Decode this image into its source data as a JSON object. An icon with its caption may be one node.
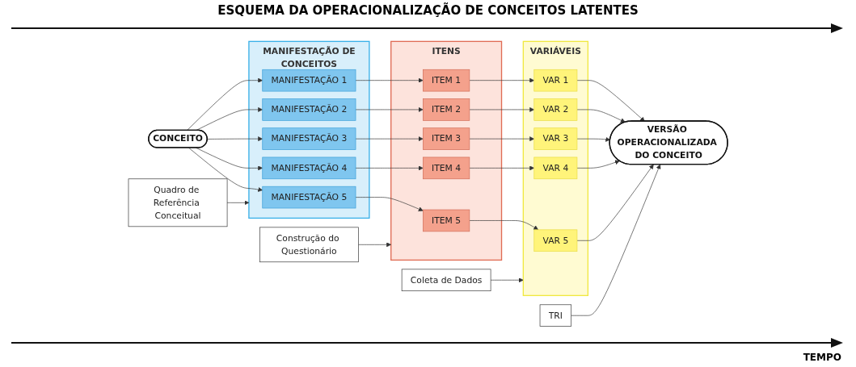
{
  "diagram": {
    "title": "ESQUEMA DA OPERACIONALIZAÇÃO DE CONCEITOS LATENTES",
    "nodes": [
      {
        "text": [
          "CONCEITO"
        ]
      },
      {
        "text": [
          "MANIFESTAÇÃO DE CONCEITOS"
        ]
      },
      {
        "text": [
          "MANIFESTAÇÃO 1"
        ],
        "in": 1
      },
      {
        "text": [
          "MANIFESTAÇÃO 2"
        ],
        "in": 1
      },
      {
        "text": [
          "MANIFESTAÇÃO 3"
        ],
        "in": 1
      },
      {
        "text": [
          "MANIFESTAÇÃO 4"
        ],
        "in": 1
      },
      {
        "text": [
          "MANIFESTAÇÃO 5"
        ],
        "in": 1
      },
      {
        "text": [
          "ITENS"
        ]
      },
      {
        "text": [
          "ITEM 1"
        ],
        "in": 7
      },
      {
        "text": [
          "ITEM 2"
        ],
        "in": 7
      },
      {
        "text": [
          "ITEM 3"
        ],
        "in": 7
      },
      {
        "text": [
          "ITEM 4"
        ],
        "in": 7
      },
      {
        "text": [
          "ITEM 5"
        ],
        "in": 7
      },
      {
        "text": [
          "VARIÁVEIS"
        ]
      },
      {
        "text": [
          "VAR 1"
        ],
        "in": 13
      },
      {
        "text": [
          "VAR 2"
        ],
        "in": 13
      },
      {
        "text": [
          "VAR 3"
        ],
        "in": 13
      },
      {
        "text": [
          "VAR 4"
        ],
        "in": 13
      },
      {
        "text": [
          "VAR 5"
        ],
        "in": 13
      },
      {
        "text": [
          "VERSÃO OPERACIONALIZADA DO CONCEITO"
        ]
      },
      {
        "text": [
          "Quadro de Referência Conceitual"
        ]
      },
      {
        "text": [
          "Construção do Questionário"
        ]
      },
      {
        "text": [
          "Coleta de Dados"
        ]
      },
      {
        "text": [
          "TRI"
        ]
      }
    ],
    "edges": [
      {
        "from": 0,
        "to": 2,
        "arrow": "to"
      },
      {
        "from": 0,
        "to": 3,
        "arrow": "to"
      },
      {
        "from": 0,
        "to": 4,
        "arrow": "to"
      },
      {
        "from": 0,
        "to": 5,
        "arrow": "to"
      },
      {
        "from": 0,
        "to": 6,
        "arrow": "to"
      },
      {
        "from": 2,
        "to": 8,
        "arrow": "to"
      },
      {
        "from": 3,
        "to": 9,
        "arrow": "to"
      },
      {
        "from": 4,
        "to": 10,
        "arrow": "to"
      },
      {
        "from": 5,
        "to": 11,
        "arrow": "to"
      },
      {
        "from": 6,
        "to": 12,
        "arrow": "to"
      },
      {
        "from": 8,
        "to": 14,
        "arrow": "to"
      },
      {
        "from": 9,
        "to": 15,
        "arrow": "to"
      },
      {
        "from": 10,
        "to": 16,
        "arrow": "to"
      },
      {
        "from": 11,
        "to": 17,
        "arrow": "to"
      },
      {
        "from": 12,
        "to": 18,
        "arrow": "to"
      },
      {
        "from": 14,
        "to": 19,
        "arrow": "to"
      },
      {
        "from": 15,
        "to": 19,
        "arrow": "to"
      },
      {
        "from": 16,
        "to": 19,
        "arrow": "to"
      },
      {
        "from": 17,
        "to": 19,
        "arrow": "to"
      },
      {
        "from": 18,
        "to": 19,
        "arrow": "to"
      },
      {
        "from": 20,
        "to": 1,
        "arrow": "to"
      },
      {
        "from": 21,
        "to": 7,
        "arrow": "to"
      },
      {
        "from": 22,
        "to": 13,
        "arrow": "to"
      },
      {
        "from": 23,
        "to": 19,
        "arrow": "to"
      }
    ],
    "labels": [
      "TEMPO"
    ]
  }
}
